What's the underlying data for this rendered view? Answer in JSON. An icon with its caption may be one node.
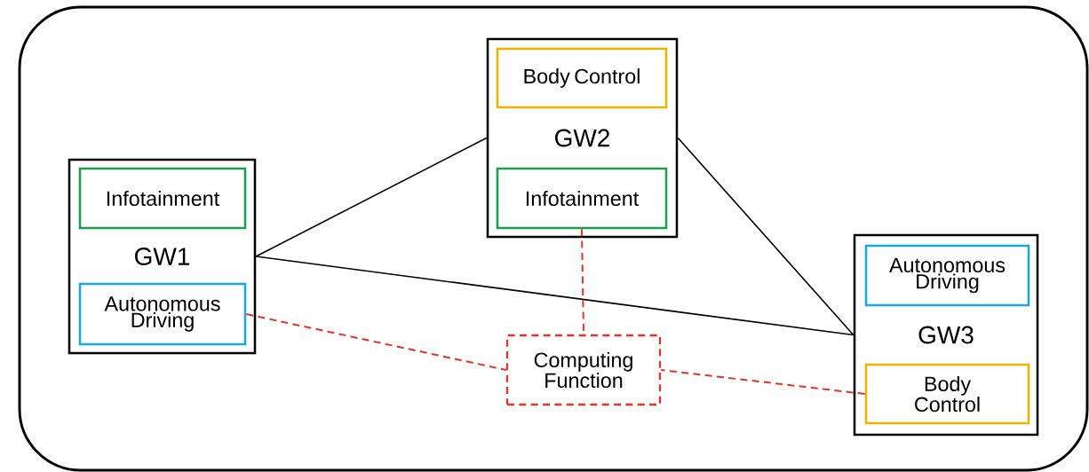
{
  "diagram": {
    "nodes": [
      {
        "text": [],
        "shape": "box"
      },
      {
        "text": [
          "GW1"
        ],
        "in": 0
      },
      {
        "text": [
          "Infotainment"
        ],
        "in": 1
      },
      {
        "text": [
          "Autonomous Driving"
        ],
        "in": 1
      },
      {
        "text": [
          "GW2"
        ],
        "in": 0
      },
      {
        "text": [
          "Body Control"
        ],
        "in": 4
      },
      {
        "text": [
          "Infotainment"
        ],
        "in": 4
      },
      {
        "text": [
          "GW3"
        ],
        "in": 0
      },
      {
        "text": [
          "Autonomous Driving"
        ],
        "in": 7
      },
      {
        "text": [
          "Body Control"
        ],
        "in": 7
      },
      {
        "text": [
          "Computing Function"
        ],
        "in": 0
      }
    ],
    "edges": [
      {
        "from": 1,
        "to": 4,
        "arrow": "none"
      },
      {
        "from": 4,
        "to": 7,
        "arrow": "none"
      },
      {
        "from": 1,
        "to": 7,
        "arrow": "none"
      },
      {
        "from": 3,
        "to": 10,
        "arrow": "none",
        "style": "dashed",
        "color": "#e8332a"
      },
      {
        "from": 6,
        "to": 10,
        "arrow": "none",
        "style": "dashed",
        "color": "#e8332a"
      },
      {
        "from": 9,
        "to": 10,
        "arrow": "none",
        "style": "dashed",
        "color": "#e8332a"
      }
    ]
  }
}
